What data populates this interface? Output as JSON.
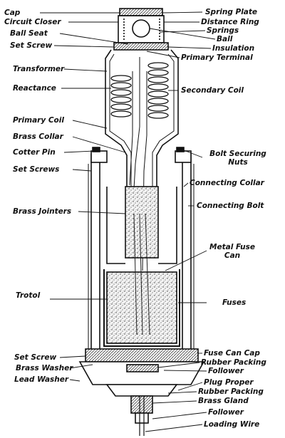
{
  "left_labels": [
    "Cap",
    "Circuit Closer",
    "Ball Seat",
    "Set Screw",
    "Transformer",
    "Reactance",
    "Primary Coil",
    "Brass Collar",
    "Cotter Pin",
    "Set Screws",
    "Brass Jointers",
    "Trotol",
    "Set Screw",
    "Brass Washer",
    "Lead Washer"
  ],
  "right_labels": [
    "Spring Plate",
    "Distance Ring",
    "Springs",
    "Ball",
    "Insulation",
    "Primary Terminal",
    "Secondary Coil",
    "Bolt Securing Nuts",
    "Connecting Collar",
    "Connecting Bolt",
    "Metal Fuse Can",
    "Fuses",
    "Fuse Can Cap",
    "Rubber Packing",
    "Follower",
    "Plug Proper",
    "Rubber Packing",
    "Brass Gland",
    "Follower",
    "Loading Wire"
  ]
}
